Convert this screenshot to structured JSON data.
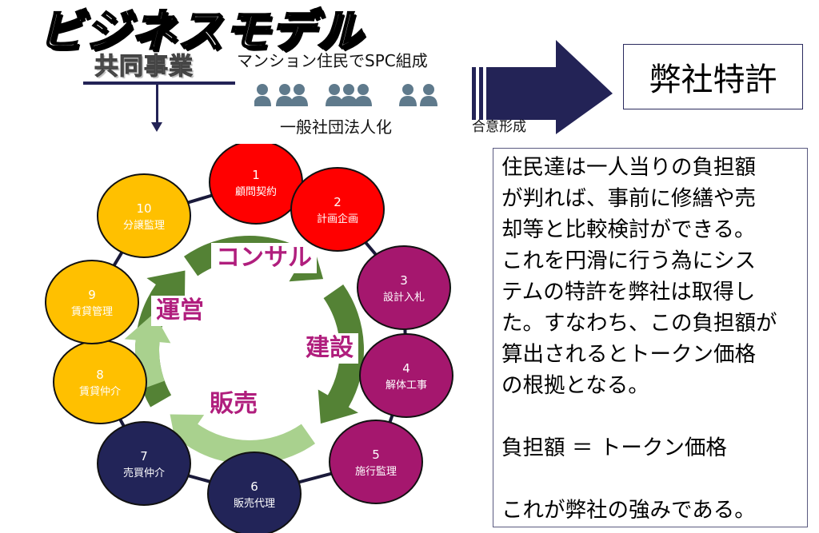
{
  "header": {
    "title": "ビジネスモデル",
    "joint_business": "共同事業",
    "spc_caption": "マンション住民でSPC組成",
    "corp_caption": "一般社団法人化",
    "consensus_label": "合意形成",
    "patent_box": "弊社特許",
    "people_icon_count": 8
  },
  "description": {
    "lines": [
      "住民達は一人当りの負担額",
      "が判れば、事前に修繕や売",
      "却等と比較検討ができる。",
      "これを円滑に行う為にシス",
      "テムの特許を弊社は取得し",
      "た。すなわち、この負担額が",
      "算出されるとトークン価格",
      "の根拠となる。"
    ],
    "equation": "負担額 ＝ トークン価格",
    "conclusion": "これが弊社の強みである。"
  },
  "cycle": {
    "phases": [
      {
        "label": "コンサル",
        "arrow_color": "#548235"
      },
      {
        "label": "建設",
        "arrow_color": "#548235"
      },
      {
        "label": "販売",
        "arrow_color": "#a9d18e"
      },
      {
        "label": "運営",
        "arrow_color": "#548235"
      }
    ],
    "phase_text_color": "#b01e7d",
    "nodes": [
      {
        "num": "1",
        "label": "顧問契約",
        "color": "#ff0000"
      },
      {
        "num": "2",
        "label": "計画企画",
        "color": "#ff0000"
      },
      {
        "num": "3",
        "label": "設計入札",
        "color": "#a5176e"
      },
      {
        "num": "4",
        "label": "解体工事",
        "color": "#a5176e"
      },
      {
        "num": "5",
        "label": "施行監理",
        "color": "#a5176e"
      },
      {
        "num": "6",
        "label": "販売代理",
        "color": "#222458"
      },
      {
        "num": "7",
        "label": "売買仲介",
        "color": "#222458"
      },
      {
        "num": "8",
        "label": "賃貸仲介",
        "color": "#ffc000"
      },
      {
        "num": "9",
        "label": "賃貸管理",
        "color": "#ffc000"
      },
      {
        "num": "10",
        "label": "分譲監理",
        "color": "#ffc000"
      }
    ]
  },
  "colors": {
    "navy": "#232356",
    "person_icon": "#5f7a8c"
  }
}
